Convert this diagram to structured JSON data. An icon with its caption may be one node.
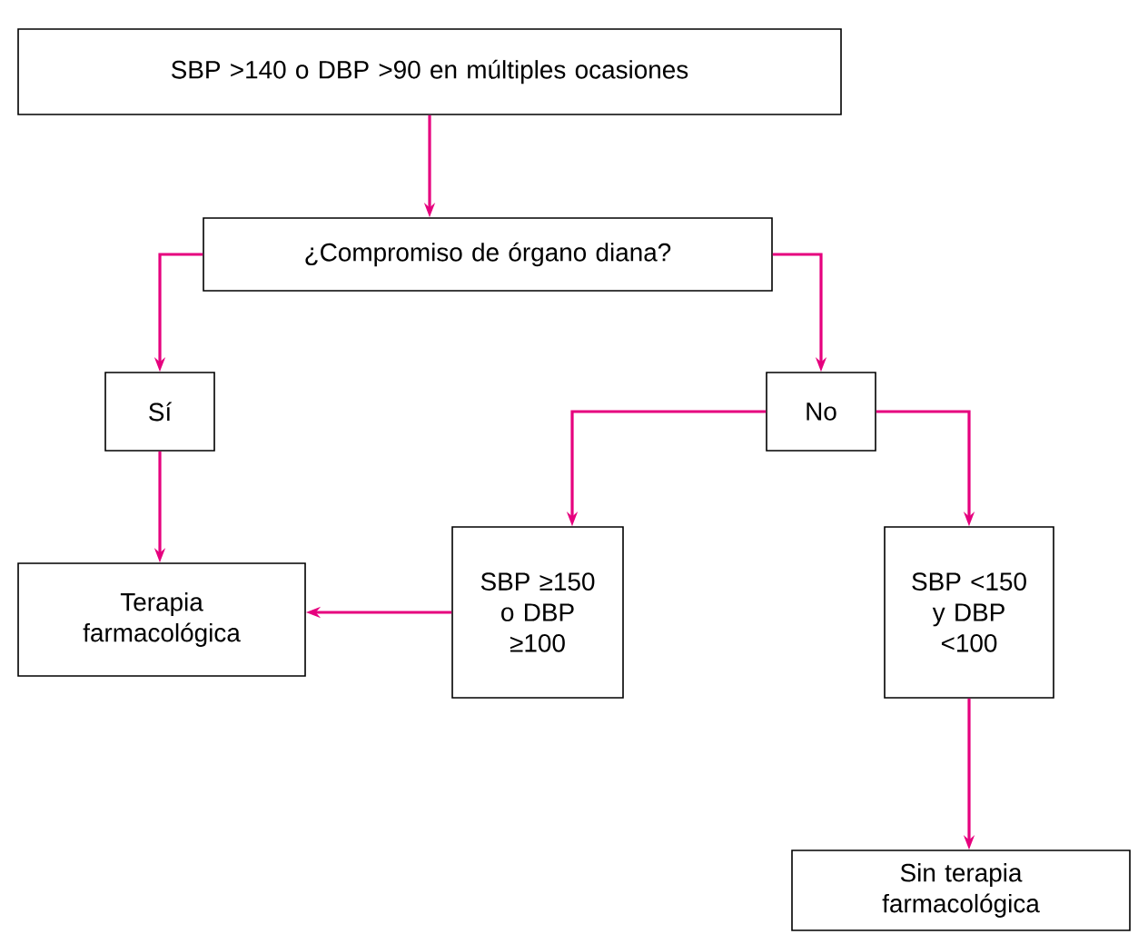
{
  "diagram": {
    "nodes": [
      {
        "text": [
          "SBP >140 o DBP >90 en múltiples ocasiones"
        ]
      },
      {
        "text": [
          "¿Compromiso de órgano diana?"
        ]
      },
      {
        "text": [
          "Sí"
        ]
      },
      {
        "text": [
          "No"
        ]
      },
      {
        "text": [
          "Terapia farmacológica"
        ]
      },
      {
        "text": [
          "SBP ≥150 o DBP ≥100"
        ]
      },
      {
        "text": [
          "SBP <150 y DBP <100"
        ]
      },
      {
        "text": [
          "Sin terapia farmacológica"
        ]
      }
    ],
    "edges": [
      {
        "from": 0,
        "to": 1,
        "arrow": "to"
      },
      {
        "from": 1,
        "to": 2,
        "arrow": "to"
      },
      {
        "from": 1,
        "to": 3,
        "arrow": "to"
      },
      {
        "from": 2,
        "to": 4,
        "arrow": "to"
      },
      {
        "from": 3,
        "to": 5,
        "arrow": "to"
      },
      {
        "from": 3,
        "to": 6,
        "arrow": "to"
      },
      {
        "from": 5,
        "to": 4,
        "arrow": "to"
      },
      {
        "from": 6,
        "to": 7,
        "arrow": "to"
      }
    ]
  }
}
